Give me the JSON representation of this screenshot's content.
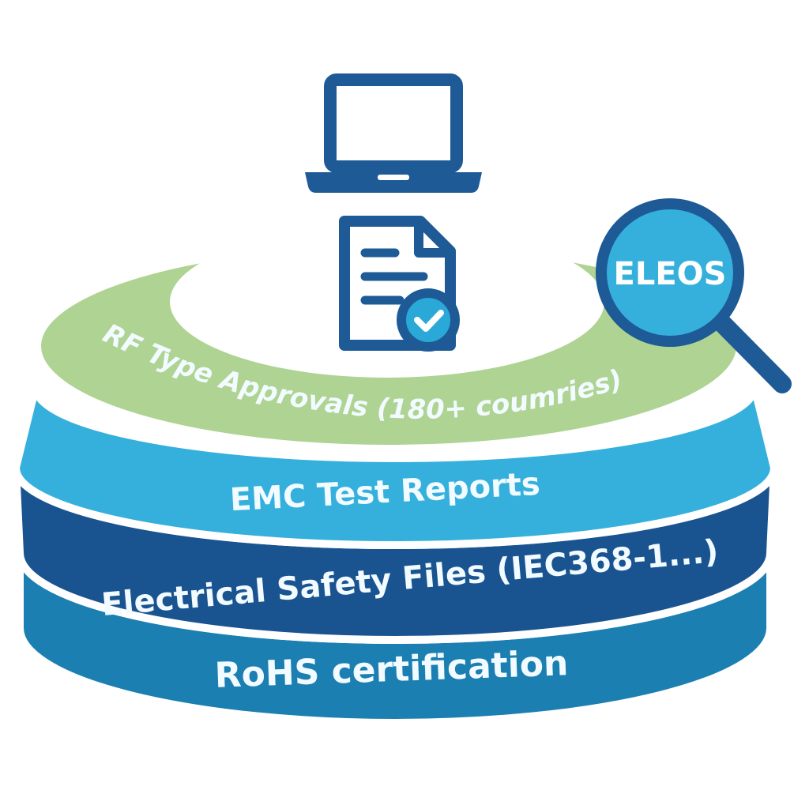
{
  "layers": [
    {
      "label": "RF Type Approvals (180+ coumries)",
      "color": "#aed392"
    },
    {
      "label": "EMC Test Reports",
      "color": "#35b0dc"
    },
    {
      "label": "Electrical Safety Files (IEC368-1...)",
      "color": "#1a5490"
    },
    {
      "label": "RoHS certification",
      "color": "#1b7fb2"
    }
  ],
  "magnifier": {
    "label": "ELEOS",
    "fill": "#35b0dc",
    "stroke": "#1e5a96"
  },
  "icons": [
    "laptop-icon",
    "document-check-icon",
    "magnifier-icon"
  ],
  "accent": "#1e5a96"
}
